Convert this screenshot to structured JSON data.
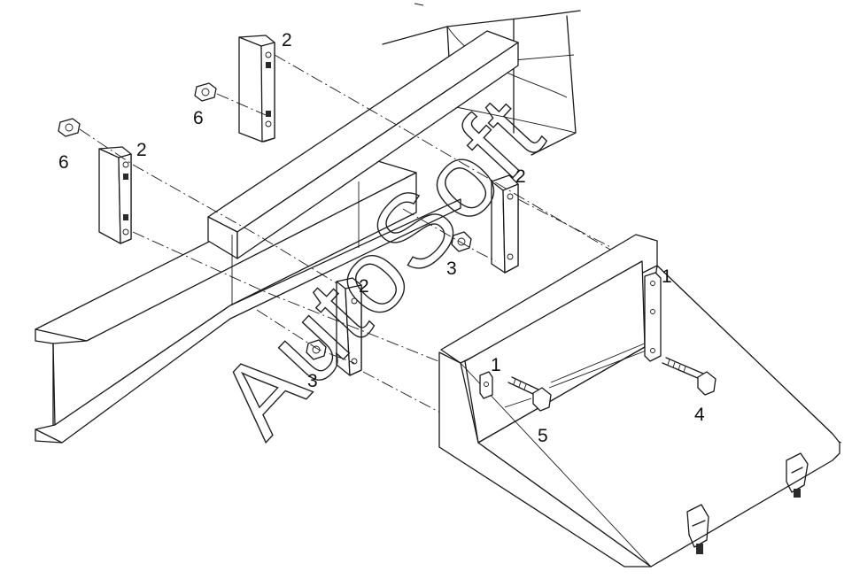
{
  "diagram": {
    "watermark": "AutoSoft",
    "colors": {
      "line": "#1a1a1a",
      "background": "#ffffff"
    },
    "callouts": [
      {
        "id": "c-2a",
        "label": "2"
      },
      {
        "id": "c-6a",
        "label": "6"
      },
      {
        "id": "c-6b",
        "label": "6"
      },
      {
        "id": "c-2b",
        "label": "2"
      },
      {
        "id": "c-2c",
        "label": "2"
      },
      {
        "id": "c-2d",
        "label": "2"
      },
      {
        "id": "c-3a",
        "label": "3"
      },
      {
        "id": "c-3b",
        "label": "3"
      },
      {
        "id": "c-1a",
        "label": "1"
      },
      {
        "id": "c-1b",
        "label": "1"
      },
      {
        "id": "c-4",
        "label": "4"
      },
      {
        "id": "c-5",
        "label": "5"
      }
    ]
  }
}
